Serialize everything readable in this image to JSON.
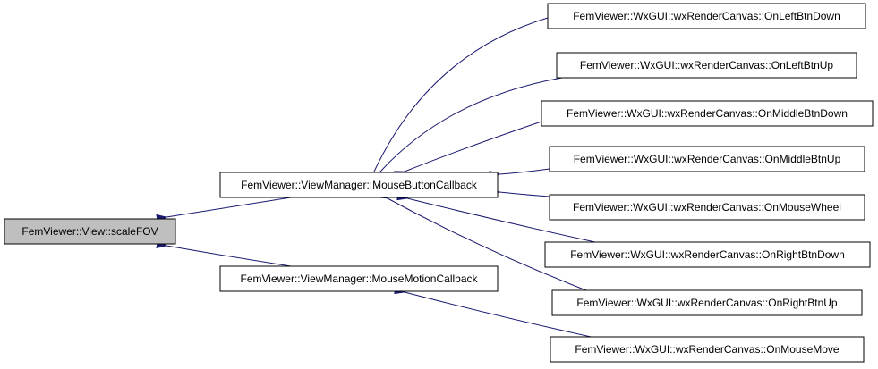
{
  "root": {
    "id": "scaleFOV",
    "label": "FemViewer::View::scaleFOV"
  },
  "middle": [
    {
      "id": "MouseButtonCallback",
      "label": "FemViewer::ViewManager::MouseButtonCallback"
    },
    {
      "id": "MouseMotionCallback",
      "label": "FemViewer::ViewManager::MouseMotionCallback"
    }
  ],
  "callers": [
    {
      "id": "OnLeftBtnDown",
      "label": "FemViewer::WxGUI::wxRenderCanvas::OnLeftBtnDown"
    },
    {
      "id": "OnLeftBtnUp",
      "label": "FemViewer::WxGUI::wxRenderCanvas::OnLeftBtnUp"
    },
    {
      "id": "OnMiddleBtnDown",
      "label": "FemViewer::WxGUI::wxRenderCanvas::OnMiddleBtnDown"
    },
    {
      "id": "OnMiddleBtnUp",
      "label": "FemViewer::WxGUI::wxRenderCanvas::OnMiddleBtnUp"
    },
    {
      "id": "OnMouseWheel",
      "label": "FemViewer::WxGUI::wxRenderCanvas::OnMouseWheel"
    },
    {
      "id": "OnRightBtnDown",
      "label": "FemViewer::WxGUI::wxRenderCanvas::OnRightBtnDown"
    },
    {
      "id": "OnRightBtnUp",
      "label": "FemViewer::WxGUI::wxRenderCanvas::OnRightBtnUp"
    },
    {
      "id": "OnMouseMove",
      "label": "FemViewer::WxGUI::wxRenderCanvas::OnMouseMove"
    }
  ],
  "edges": [
    {
      "from": "MouseButtonCallback",
      "to": "scaleFOV"
    },
    {
      "from": "MouseMotionCallback",
      "to": "scaleFOV"
    },
    {
      "from": "OnLeftBtnDown",
      "to": "MouseButtonCallback"
    },
    {
      "from": "OnLeftBtnUp",
      "to": "MouseButtonCallback"
    },
    {
      "from": "OnMiddleBtnDown",
      "to": "MouseButtonCallback"
    },
    {
      "from": "OnMiddleBtnUp",
      "to": "MouseButtonCallback"
    },
    {
      "from": "OnMouseWheel",
      "to": "MouseButtonCallback"
    },
    {
      "from": "OnRightBtnDown",
      "to": "MouseButtonCallback"
    },
    {
      "from": "OnRightBtnUp",
      "to": "MouseButtonCallback"
    },
    {
      "from": "OnMouseMove",
      "to": "MouseMotionCallback"
    }
  ],
  "colors": {
    "edge": "#191970",
    "root_fill": "#bfbfbf",
    "node_fill": "#ffffff",
    "border": "#000000"
  }
}
